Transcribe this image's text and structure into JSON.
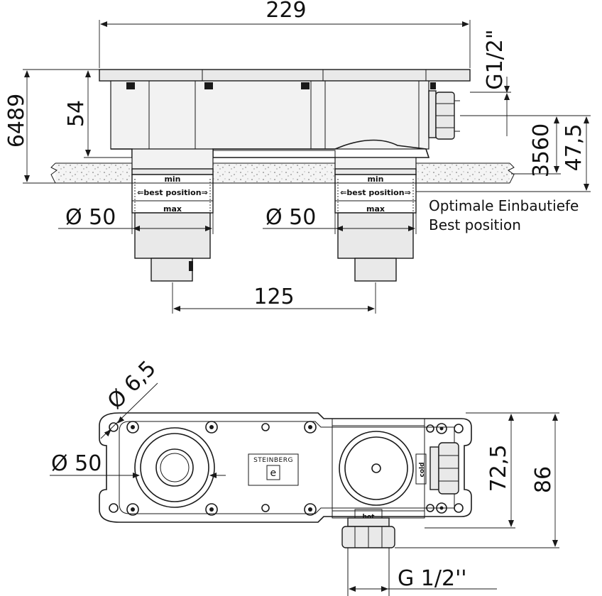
{
  "dimensions": {
    "total_width": "229",
    "depth_range": "6489",
    "body_depth": "54",
    "thread_top": "G1/2\"",
    "install_range": "3560",
    "offset": "47,5",
    "diameter_left": "Ø 50",
    "diameter_right": "Ø 50",
    "center_distance": "125",
    "hole_diameter": "Ø 6,5",
    "bottom_diameter": "Ø 50",
    "height_inner": "72,5",
    "height_total": "86",
    "thread_bottom": "G 1/2''"
  },
  "labels": {
    "min": "min",
    "best_position": "⇐best position⇒",
    "max": "max",
    "optimal_de": "Optimale Einbautiefe",
    "optimal_en": "Best position",
    "brand": "STEINBERG",
    "cold": "cold",
    "hot": "hot"
  }
}
